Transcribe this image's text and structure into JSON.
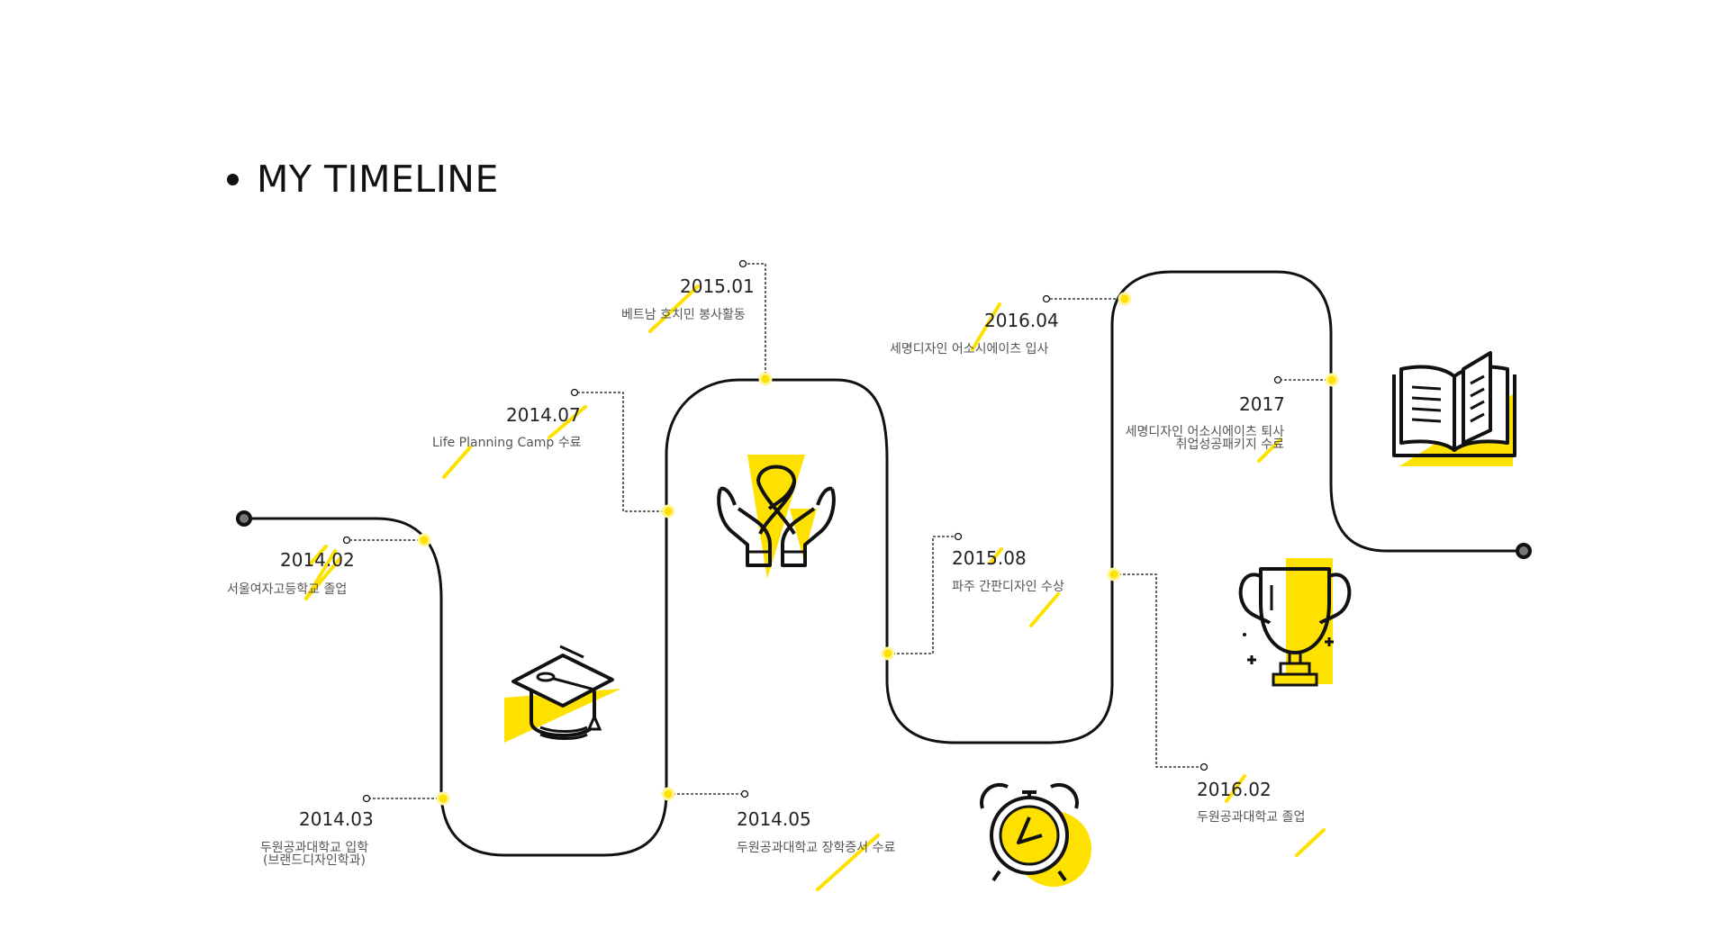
{
  "heading": {
    "title": "MY TIMELINE"
  },
  "colors": {
    "accent": "#FFE100",
    "line": "#111111",
    "text": "#222222",
    "subtext": "#555555"
  },
  "events": [
    {
      "date": "2014.02",
      "desc": "서울여자고등학교 졸업"
    },
    {
      "date": "2014.03",
      "desc": "두원공과대학교 입학",
      "desc2": "(브랜드디자인학과)"
    },
    {
      "date": "2014.07",
      "desc": "Life Planning Camp 수료"
    },
    {
      "date": "2014.05",
      "desc": "두원공과대학교 장학증서 수료"
    },
    {
      "date": "2015.01",
      "desc": "베트남 호치민 봉사활동"
    },
    {
      "date": "2015.08",
      "desc": "파주 간판디자인 수상"
    },
    {
      "date": "2016.04",
      "desc": "세명디자인 어소시에이츠 입사"
    },
    {
      "date": "2016.02",
      "desc": "두원공과대학교 졸업"
    },
    {
      "date": "2017",
      "desc": "세명디자인 어소시에이츠 퇴사",
      "desc2": "취업성공패키지 수료"
    }
  ],
  "icons": [
    "graduation-cap-icon",
    "ribbon-hands-icon",
    "alarm-clock-icon",
    "trophy-icon",
    "open-book-icon"
  ]
}
